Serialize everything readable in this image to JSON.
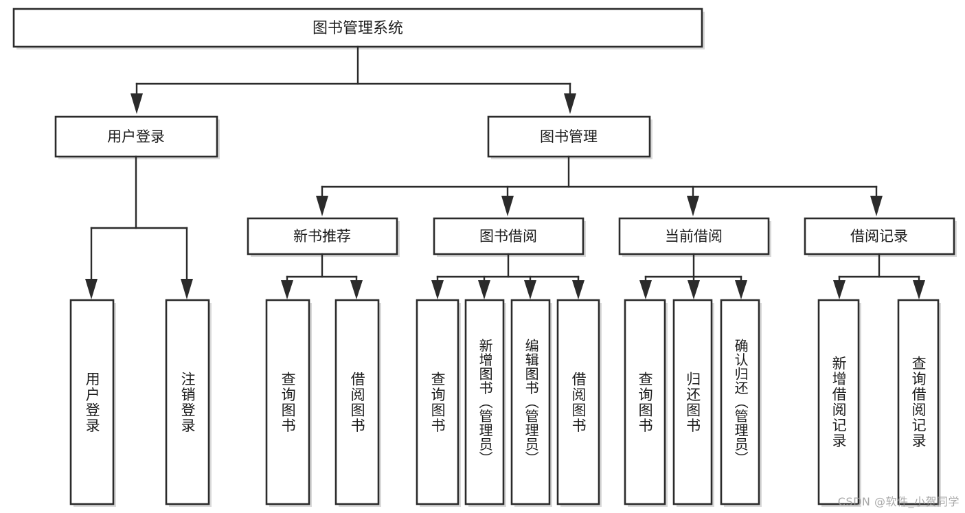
{
  "diagram": {
    "title": "图书管理系统",
    "type": "hierarchy-tree",
    "colors": {
      "box_stroke": "#2b2b2b",
      "box_fill": "#ffffff",
      "connector": "#2b2b2b",
      "background": "#ffffff",
      "watermark": "#9a9a9a"
    },
    "levels": {
      "root": {
        "label": "图书管理系统"
      },
      "level2": [
        {
          "label": "用户登录"
        },
        {
          "label": "图书管理"
        }
      ],
      "level3": [
        {
          "label": "新书推荐"
        },
        {
          "label": "图书借阅"
        },
        {
          "label": "当前借阅"
        },
        {
          "label": "借阅记录"
        }
      ],
      "leaves": {
        "user_login": [
          {
            "label": "用户登录"
          },
          {
            "label": "注销登录"
          }
        ],
        "new_book_recommend": [
          {
            "label": "查询图书"
          },
          {
            "label": "借阅图书"
          }
        ],
        "book_borrow": [
          {
            "label": "查询图书"
          },
          {
            "label": "新增图书（管理员）"
          },
          {
            "label": "编辑图书（管理员）"
          },
          {
            "label": "借阅图书"
          }
        ],
        "current_borrow": [
          {
            "label": "查询图书"
          },
          {
            "label": "归还图书"
          },
          {
            "label": "确认归还（管理员）"
          }
        ],
        "borrow_record": [
          {
            "label": "新增借阅记录"
          },
          {
            "label": "查询借阅记录"
          }
        ]
      }
    }
  },
  "watermark": {
    "text": "CSDN @软件_小贺同学"
  }
}
